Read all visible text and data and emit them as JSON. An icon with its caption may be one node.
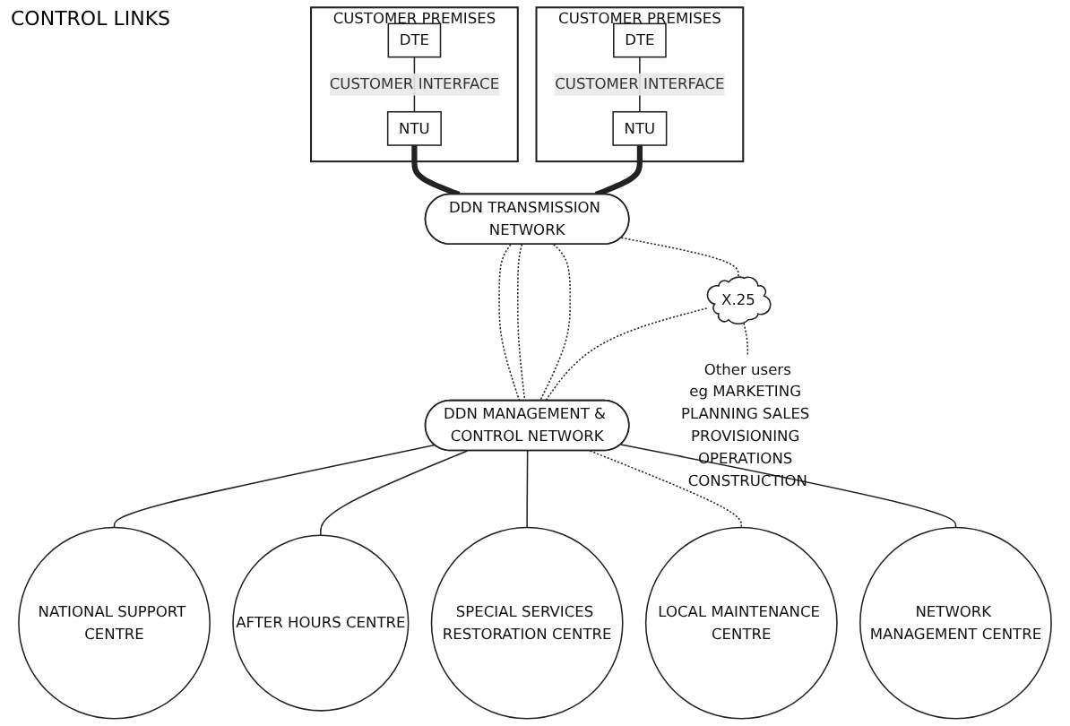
{
  "diagram": {
    "nodes": [
      {
        "text": [
          "CUSTOMER PREMISES"
        ]
      },
      {
        "text": [
          "DTE"
        ],
        "in": 0
      },
      {
        "text": [
          "NTU"
        ],
        "in": 0
      },
      {
        "text": [
          "DDN TRANSMISSION NETWORK"
        ]
      },
      {
        "text": [
          "CUSTOMER PREMISES"
        ]
      },
      {
        "text": [
          "NTU"
        ],
        "in": 4
      },
      {
        "text": [
          "DTE"
        ],
        "in": 4
      },
      {
        "text": [
          "X.25"
        ]
      },
      {
        "text": [
          "Other users",
          "eg MARKETING PLANNING SALES PROVISIONING OPERATIONS CONSTRUCTION"
        ]
      },
      {
        "text": [
          "DDN MANAGEMENT & CONTROL NETWORK"
        ]
      },
      {
        "text": [
          "NATIONAL SUPPORT CENTRE"
        ]
      },
      {
        "text": [
          "AFTER HOURS CENTRE"
        ]
      },
      {
        "text": [
          "SPECIAL SERVICES RESTORATION CENTRE"
        ]
      },
      {
        "text": [
          "LOCAL MAINTENANCE CENTRE"
        ]
      },
      {
        "text": [
          "NETWORK MANAGEMENT CENTRE"
        ]
      }
    ],
    "edges": [
      {
        "from": 1,
        "to": 2,
        "arrow": "none",
        "label": "CUSTOMER INTERFACE"
      },
      {
        "from": 2,
        "to": 3,
        "arrow": "none",
        "style": "thick"
      },
      {
        "from": 5,
        "to": 3,
        "arrow": "none",
        "style": "thick"
      },
      {
        "from": 6,
        "to": 5,
        "arrow": "none",
        "label": "CUSTOMER INTERFACE"
      },
      {
        "from": 3,
        "to": 9,
        "arrow": "none",
        "style": "dashed"
      },
      {
        "from": 3,
        "to": 9,
        "arrow": "none",
        "style": "dashed"
      },
      {
        "from": 3,
        "to": 9,
        "arrow": "none",
        "style": "dashed"
      },
      {
        "from": 3,
        "to": 7,
        "arrow": "none",
        "style": "dashed"
      },
      {
        "from": 7,
        "to": 9,
        "arrow": "none",
        "style": "dashed"
      },
      {
        "from": 7,
        "to": 8,
        "arrow": "none",
        "style": "dashed"
      },
      {
        "from": 9,
        "to": 10,
        "arrow": "none"
      },
      {
        "from": 9,
        "to": 11,
        "arrow": "none"
      },
      {
        "from": 9,
        "to": 12,
        "arrow": "none"
      },
      {
        "from": 9,
        "to": 13,
        "arrow": "none",
        "style": "dashed"
      },
      {
        "from": 9,
        "to": 14,
        "arrow": "none"
      }
    ],
    "labels": [
      "CONTROL LINKS"
    ]
  }
}
